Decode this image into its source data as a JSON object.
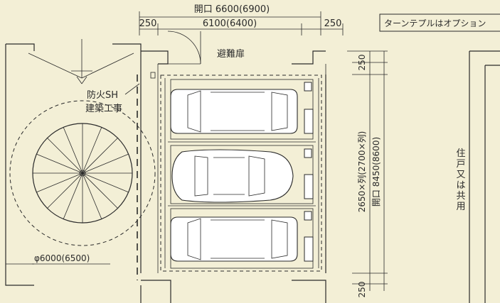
{
  "dimensions": {
    "opening_width": "開口 6600(6900)",
    "left_margin": "250",
    "inner_width": "6100(6400)",
    "right_margin": "250",
    "top_margin_v": "250",
    "bottom_margin_v": "250",
    "row_pitch": "2650×列(2700×列)",
    "opening_height": "開口 8450(8600)"
  },
  "labels": {
    "option_note": "ターンテプルはオプション",
    "escape_door": "避難扉",
    "fire_shutter": "防火SH",
    "building_work": "建築工事",
    "turntable_diameter": "φ6000(6500)",
    "dwelling": "住戸又は共用"
  }
}
